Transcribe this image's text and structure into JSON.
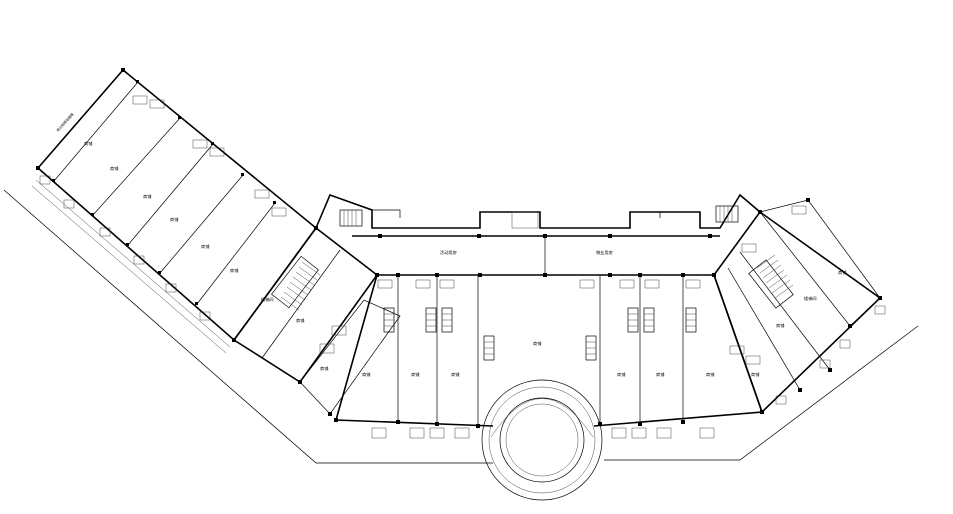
{
  "plan": {
    "note_label": "商业街规划道路",
    "rooms": {
      "shop": "商铺",
      "activity_room": "活动用房",
      "property_room": "物业用房",
      "stair_room": "楼梯间"
    }
  }
}
